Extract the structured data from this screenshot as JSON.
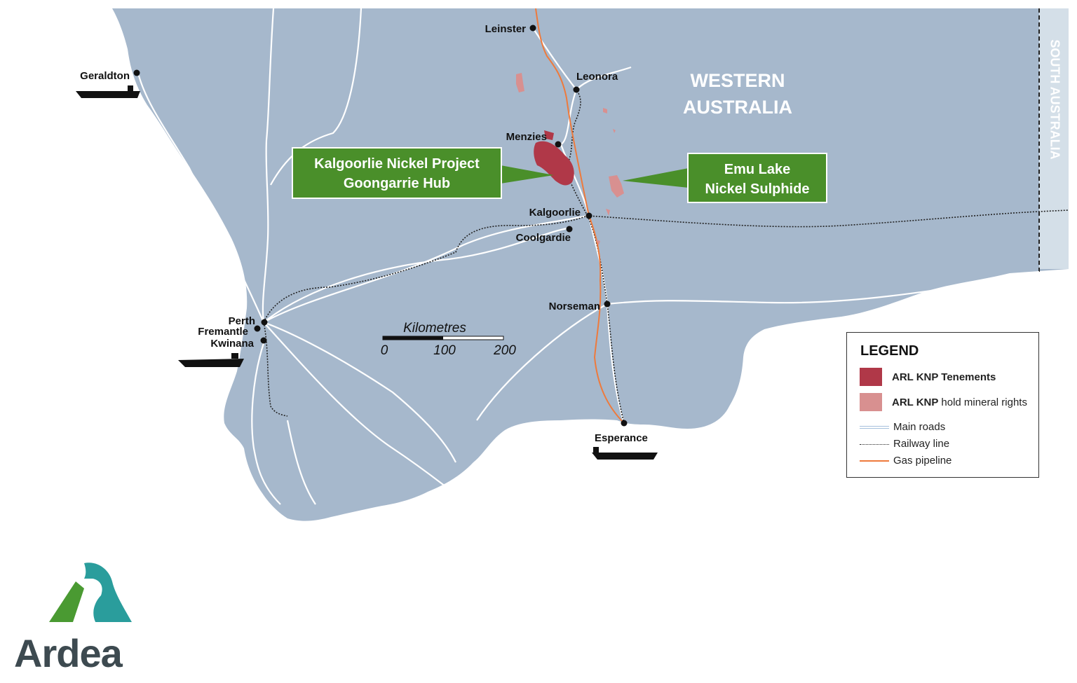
{
  "map": {
    "region_label_line1": "WESTERN",
    "region_label_line2": "AUSTRALIA",
    "border_label": "SOUTH AUSTRALIA",
    "towns": {
      "leinster": "Leinster",
      "geraldton": "Geraldton",
      "leonora": "Leonora",
      "menzies": "Menzies",
      "kalgoorlie": "Kalgoorlie",
      "coolgardie": "Coolgardie",
      "norseman": "Norseman",
      "perth": "Perth",
      "fremantle": "Fremantle",
      "kwinana": "Kwinana",
      "esperance": "Esperance"
    },
    "scale": {
      "title": "Kilometres",
      "ticks": [
        "0",
        "100",
        "200"
      ]
    },
    "colors": {
      "land": "#a6b8cc",
      "roads": "#ffffff",
      "pipeline": "#ee7a3c",
      "tenements": "#b03848",
      "mineral_rights": "#d89090",
      "callout": "#4a8f2a"
    }
  },
  "callouts": {
    "kalgoorlie_line1": "Kalgoorlie Nickel Project",
    "kalgoorlie_line2": "Goongarrie Hub",
    "emu_line1": "Emu Lake",
    "emu_line2": "Nickel Sulphide"
  },
  "legend": {
    "title": "LEGEND",
    "tenements_bold": "ARL KNP Tenements",
    "rights_bold": "ARL KNP",
    "rights_rest": "hold mineral rights",
    "roads": "Main roads",
    "railway": "Railway line",
    "pipeline": "Gas pipeline"
  },
  "logo": {
    "wordmark": "Ardea",
    "icon": "heron-logo-icon"
  }
}
